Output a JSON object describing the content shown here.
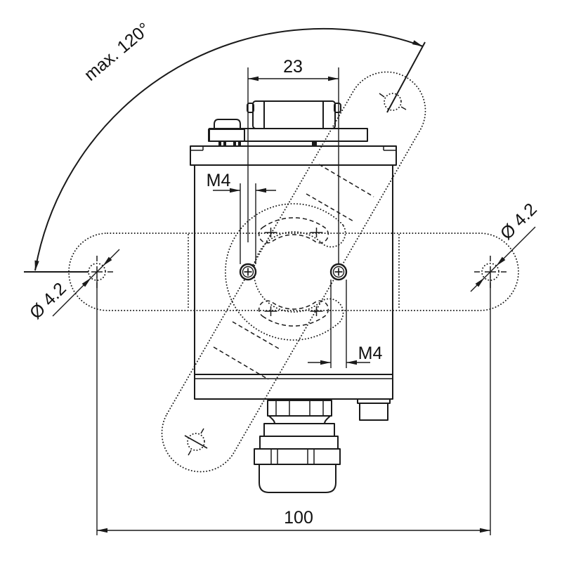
{
  "page": {
    "background": "#ffffff",
    "line_color": "#1a1a1a"
  },
  "drawing": {
    "labels": {
      "max_angle": "max. 120°",
      "screw_spacing": "23",
      "thread_top": "M4",
      "thread_bottom": "M4",
      "hole_left": "Ø 4.2",
      "hole_right": "Ø 4.2",
      "overall_width": "100"
    }
  }
}
